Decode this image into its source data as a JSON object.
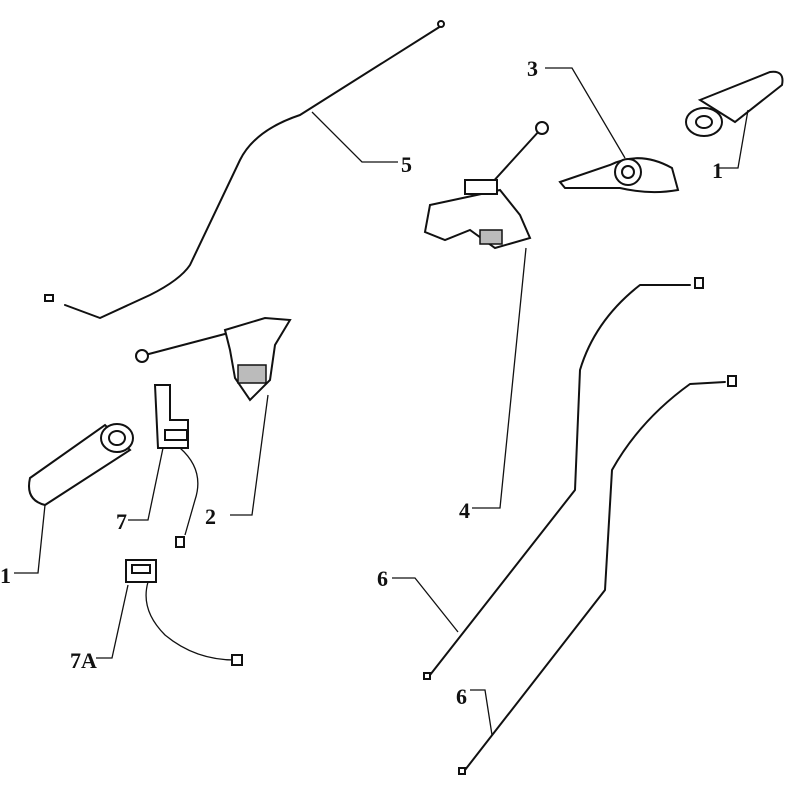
{
  "diagram": {
    "callouts": [
      {
        "id": "grip-right",
        "text": "1"
      },
      {
        "id": "grip-left",
        "text": "1"
      },
      {
        "id": "brake-lever-left",
        "text": "2"
      },
      {
        "id": "throttle",
        "text": "3"
      },
      {
        "id": "brake-lever-right",
        "text": "4"
      },
      {
        "id": "cable-5",
        "text": "5"
      },
      {
        "id": "cable-6-upper",
        "text": "6"
      },
      {
        "id": "cable-6-lower",
        "text": "6"
      },
      {
        "id": "switch-7",
        "text": "7"
      },
      {
        "id": "switch-7a",
        "text": "7A"
      }
    ]
  }
}
